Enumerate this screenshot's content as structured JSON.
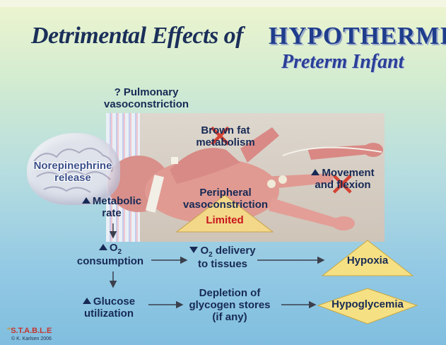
{
  "title": {
    "main": "Detrimental Effects of",
    "accent": "HYPOTHERMIA",
    "subtitle": "Preterm Infant"
  },
  "labels": {
    "pulmonary_1": "? Pulmonary",
    "pulmonary_2": "vasoconstriction",
    "brown_fat_1": "Brown fat",
    "brown_fat_2": "metabolism",
    "norepinephrine_1": "Norepinephrine",
    "norepinephrine_2": "release",
    "movement_1": "Movement",
    "movement_2": "and flexion",
    "metabolic_1": "Metabolic",
    "metabolic_2": "rate",
    "peripheral_1": "Peripheral",
    "peripheral_2": "vasoconstriction",
    "limited": "Limited",
    "o2_consumption_1": "O",
    "o2_consumption_sub": "2",
    "o2_consumption_2": "consumption",
    "o2_delivery_1": "O",
    "o2_delivery_sub": "2",
    "o2_delivery_suffix": " delivery",
    "o2_delivery_2": "to tissues",
    "hypoxia": "Hypoxia",
    "glucose_1": "Glucose",
    "glucose_2": "utilization",
    "depletion_1": "Depletion of",
    "depletion_2": "glycogen stores",
    "depletion_3": "(if any)",
    "hypoglycemia": "Hypoglycemia"
  },
  "footer": {
    "logo": "S.T.A.B.L.E",
    "logo_prefix": "\"",
    "copyright": "© K. Karlsen 2006"
  },
  "colors": {
    "title": "#1b2f5a",
    "accent": "#1f3d8c",
    "text": "#172a55",
    "limited_red": "#c8141c",
    "triangle_fill": "#f3d88a",
    "cross": "#d42a1a"
  }
}
